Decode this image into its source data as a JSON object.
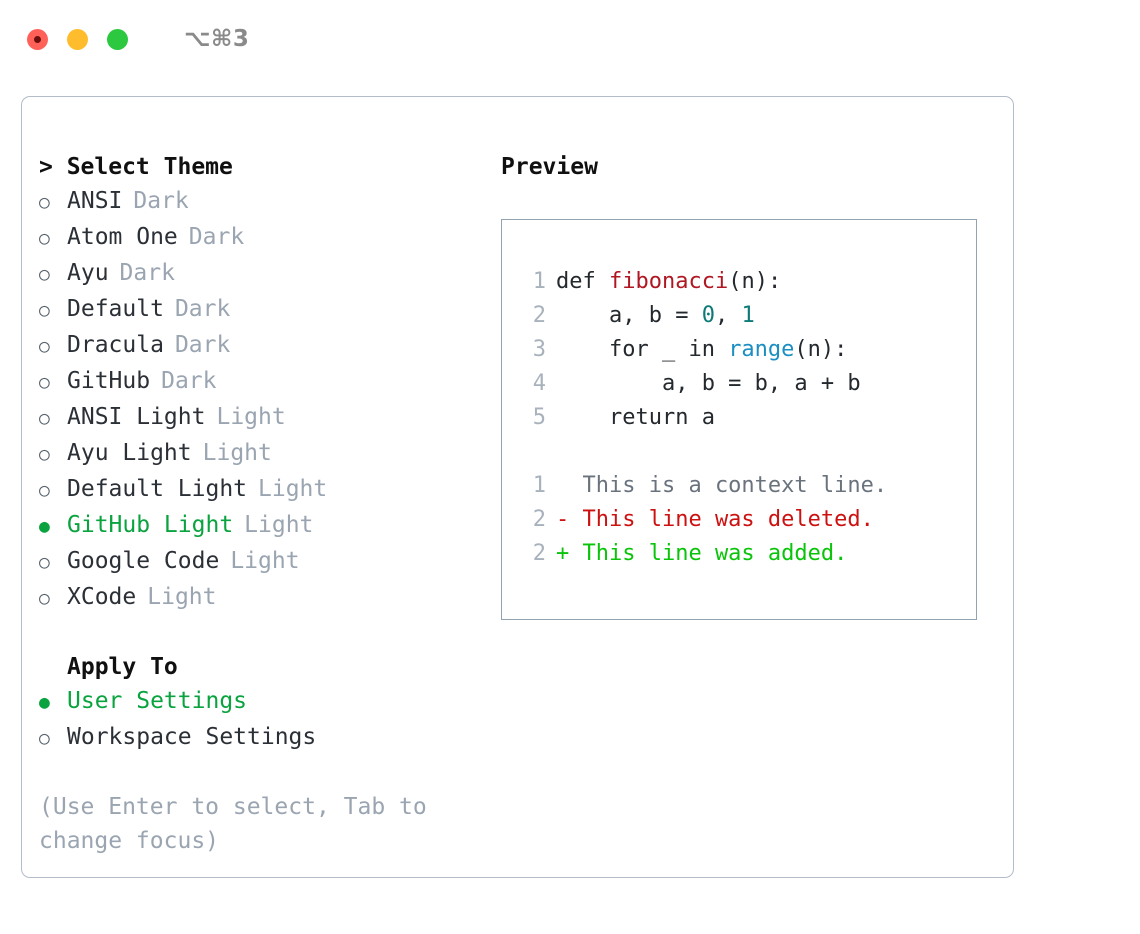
{
  "titlebar": {
    "shortcut": "⌥⌘3",
    "buttons": [
      {
        "name": "close",
        "color": "#ff6159"
      },
      {
        "name": "minimize",
        "color": "#ffbd2e"
      },
      {
        "name": "maximize",
        "color": "#2bc840"
      }
    ]
  },
  "theme_picker": {
    "header": "> Select Theme",
    "items": [
      {
        "label": "ANSI",
        "tag": "Dark",
        "selected": false
      },
      {
        "label": "Atom One",
        "tag": "Dark",
        "selected": false
      },
      {
        "label": "Ayu",
        "tag": "Dark",
        "selected": false
      },
      {
        "label": "Default",
        "tag": "Dark",
        "selected": false
      },
      {
        "label": "Dracula",
        "tag": "Dark",
        "selected": false
      },
      {
        "label": "GitHub",
        "tag": "Dark",
        "selected": false
      },
      {
        "label": "ANSI Light",
        "tag": "Light",
        "selected": false
      },
      {
        "label": "Ayu Light",
        "tag": "Light",
        "selected": false
      },
      {
        "label": "Default Light",
        "tag": "Light",
        "selected": false
      },
      {
        "label": "GitHub Light",
        "tag": "Light",
        "selected": true
      },
      {
        "label": "Google Code",
        "tag": "Light",
        "selected": false
      },
      {
        "label": "XCode",
        "tag": "Light",
        "selected": false
      }
    ],
    "bullet_selected": "●",
    "bullet_unselected": "○"
  },
  "apply_to": {
    "header": "Apply To",
    "items": [
      {
        "label": "User Settings",
        "selected": true
      },
      {
        "label": "Workspace Settings",
        "selected": false
      }
    ]
  },
  "hint": "(Use Enter to select, Tab to change focus)",
  "preview": {
    "title": "Preview",
    "code_lines": [
      {
        "no": "1",
        "tokens": [
          {
            "t": "def ",
            "c": "plain"
          },
          {
            "t": "fibonacci",
            "c": "fn"
          },
          {
            "t": "(n):",
            "c": "plain"
          }
        ]
      },
      {
        "no": "2",
        "tokens": [
          {
            "t": "    a, b = ",
            "c": "plain"
          },
          {
            "t": "0",
            "c": "num"
          },
          {
            "t": ", ",
            "c": "plain"
          },
          {
            "t": "1",
            "c": "num"
          }
        ]
      },
      {
        "no": "3",
        "tokens": [
          {
            "t": "    for _ in ",
            "c": "plain"
          },
          {
            "t": "range",
            "c": "bi"
          },
          {
            "t": "(n):",
            "c": "plain"
          }
        ]
      },
      {
        "no": "4",
        "tokens": [
          {
            "t": "        a, b = b, a + b",
            "c": "plain"
          }
        ]
      },
      {
        "no": "5",
        "tokens": [
          {
            "t": "    return a",
            "c": "plain"
          }
        ]
      }
    ],
    "diff_lines": [
      {
        "no": "1",
        "kind": "context",
        "text": "  This is a context line."
      },
      {
        "no": "2",
        "kind": "del",
        "text": "- This line was deleted."
      },
      {
        "no": "2",
        "kind": "add",
        "text": "+ This line was added."
      }
    ]
  },
  "colors": {
    "accent_green": "#0aa33f",
    "diff_add": "#0ac40a",
    "diff_del": "#cc1111",
    "muted": "#9aa5b1",
    "border": "#b3bcc8",
    "keyword_fn": "#b01722",
    "number": "#0d7a77",
    "builtin": "#1b8ec2"
  }
}
